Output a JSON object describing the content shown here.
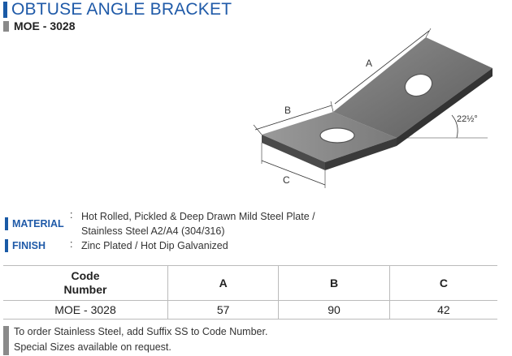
{
  "title": "OBTUSE ANGLE BRACKET",
  "code": "MOE - 3028",
  "diagram": {
    "label_a": "A",
    "label_b": "B",
    "label_c": "C",
    "angle": "22½°"
  },
  "specs": [
    {
      "label": "MATERIAL",
      "lines": [
        "Hot Rolled, Pickled & Deep Drawn Mild Steel Plate /",
        "Stainless Steel A2/A4 (304/316)"
      ]
    },
    {
      "label": "FINISH",
      "lines": [
        "Zinc Plated / Hot Dip Galvanized"
      ]
    }
  ],
  "table": {
    "headers": [
      "Code Number",
      "A",
      "B",
      "C"
    ],
    "rows": [
      [
        "MOE - 3028",
        "57",
        "90",
        "42"
      ]
    ]
  },
  "notes": [
    "To order Stainless Steel, add Suffix SS to Code Number.",
    "Special Sizes available on request."
  ]
}
